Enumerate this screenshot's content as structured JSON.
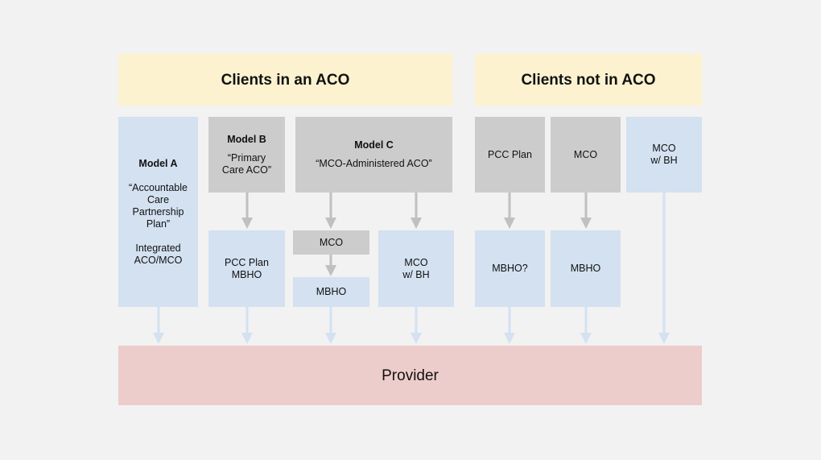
{
  "headers": {
    "aco": "Clients in an ACO",
    "non_aco": "Clients not in ACO"
  },
  "model_a": {
    "title": "Model A",
    "desc": "“Accountable\nCare\nPartnership\nPlan”",
    "sub": "Integrated\nACO/MCO"
  },
  "model_b": {
    "title": "Model B",
    "desc": "“Primary\nCare ACO”",
    "child": "PCC Plan\nMBHO"
  },
  "model_c": {
    "title": "Model C",
    "desc": "“MCO-Administered ACO”",
    "mco": "MCO",
    "mbho": "MBHO",
    "mco_bh": "MCO\nw/ BH"
  },
  "non_aco": {
    "pcc_plan": "PCC Plan",
    "mbho_q": "MBHO?",
    "mco": "MCO",
    "mbho": "MBHO",
    "mco_bh": "MCO\nw/ BH"
  },
  "provider": "Provider",
  "colors": {
    "background": "#f2f2f2",
    "header": "#fcf2cf",
    "blue_box": "#d3e1f1",
    "gray_box": "#cccccc",
    "provider": "#eccdcb",
    "gray_arrow": "#c0c0c0",
    "blue_arrow": "#d3e1f1"
  }
}
